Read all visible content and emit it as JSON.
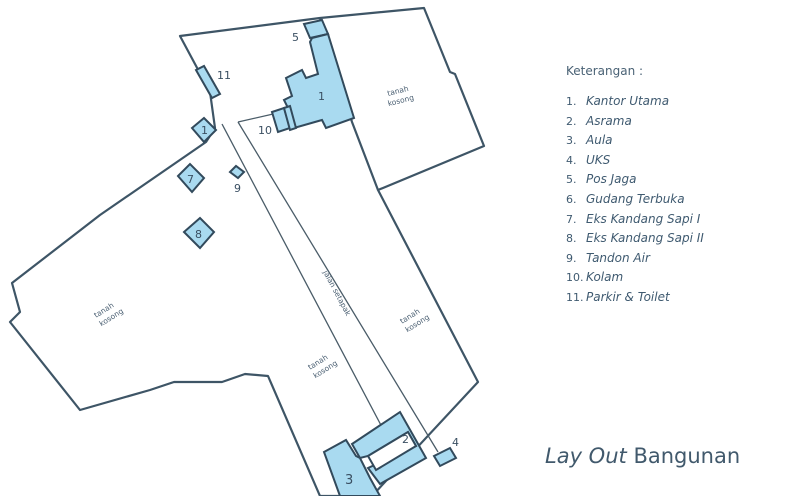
{
  "map": {
    "land_label_line1": "tanah",
    "land_label_line2": "kosong",
    "path_label": "jalan setapak",
    "building_labels": {
      "b1": "1",
      "b1_small": "1",
      "b2": "2",
      "b3": "3",
      "b4": "4",
      "b5": "5",
      "b7": "7",
      "b8": "8",
      "b9": "9",
      "b10": "10",
      "b11": "11"
    }
  },
  "legend": {
    "title": "Keterangan  :",
    "items": [
      {
        "num": "1.",
        "label": "Kantor Utama"
      },
      {
        "num": "2.",
        "label": "Asrama"
      },
      {
        "num": "3.",
        "label": "Aula"
      },
      {
        "num": "4.",
        "label": "UKS"
      },
      {
        "num": "5.",
        "label": "Pos Jaga"
      },
      {
        "num": "6.",
        "label": "Gudang Terbuka"
      },
      {
        "num": "7.",
        "label": "Eks Kandang Sapi I"
      },
      {
        "num": "8.",
        "label": "Eks Kandang Sapi II"
      },
      {
        "num": "9.",
        "label": "Tandon Air"
      },
      {
        "num": "10.",
        "label": "Kolam"
      },
      {
        "num": "11.",
        "label": "Parkir & Toilet"
      }
    ]
  },
  "title": {
    "italic_part": "Lay Out",
    "regular_part": "Bangunan"
  },
  "colors": {
    "building_fill": "#a9daf0",
    "outline": "#324a5c",
    "text": "#41596c"
  }
}
